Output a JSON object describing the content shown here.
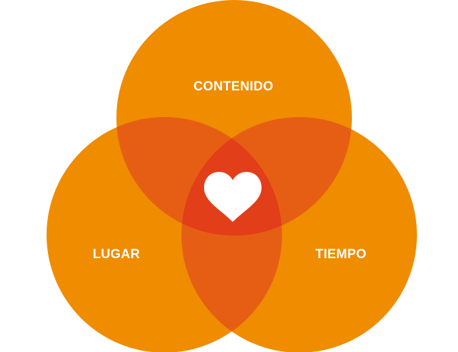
{
  "diagram": {
    "type": "venn-three-circles",
    "colors": {
      "circle": "#EF8C00",
      "pair_overlap": "#E65E14",
      "center_overlap": "#E23E19",
      "label_text": "#FFFFFF",
      "heart": "#FFFFFF"
    },
    "circles": [
      {
        "id": "top",
        "label": "CONTENIDO"
      },
      {
        "id": "left",
        "label": "LUGAR"
      },
      {
        "id": "right",
        "label": "TIEMPO"
      }
    ],
    "center_icon": "heart-icon"
  }
}
